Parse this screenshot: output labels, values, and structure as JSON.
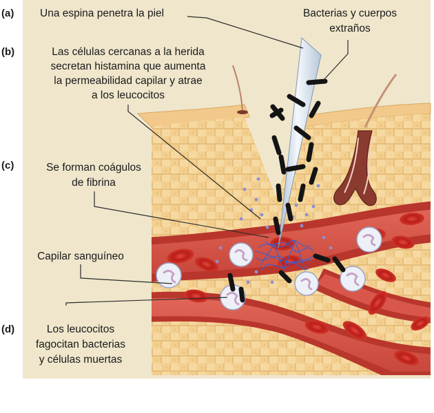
{
  "steps": {
    "a": "(a)",
    "b": "(b)",
    "c": "(c)",
    "d": "(d)"
  },
  "labels": {
    "thorn": "Una espina penetra la piel",
    "bacteria_line1": "Bacterias y cuerpos",
    "bacteria_line2": "extraños",
    "histamine_line1": "Las células cercanas a la herida",
    "histamine_line2": "secretan histamina que aumenta",
    "histamine_line3": "la permeabilidad capilar y atrae",
    "histamine_line4": "a los leucocitos",
    "fibrin_line1": "Se forman coágulos",
    "fibrin_line2": "de fibrina",
    "capillary": "Capilar sanguíneo",
    "phago_line1": "Los leucocitos",
    "phago_line2": "fagocitan bacterias",
    "phago_line3": "y células muertas"
  },
  "colors": {
    "panel_background": "#efe6cc",
    "skin_cells": "#f6d9a0",
    "skin_cell_outline": "#e1b773",
    "capillary_wall": "#b9362c",
    "blood_plasma": "#d9574a",
    "red_blood_cell": "#c72a22",
    "leukocyte": "#eef0f8",
    "bacteria": "#1a1a1a",
    "thorn": "#dfe9f4",
    "histamine_dots": "#8e8fd6",
    "fibrin": "#3a5fd0"
  }
}
